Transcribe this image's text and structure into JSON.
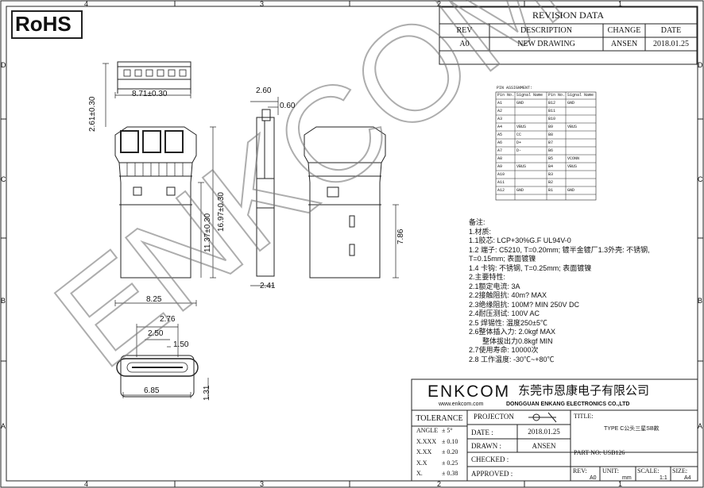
{
  "rohs": "RoHS",
  "zones": {
    "cols": [
      "4",
      "3",
      "2",
      "1"
    ],
    "rows": [
      "D",
      "C",
      "B",
      "A"
    ]
  },
  "revision": {
    "title": "REVISION DATA",
    "headers": [
      "REV",
      "DESCRIPTION",
      "CHANGE",
      "DATE"
    ],
    "row": [
      "A0",
      "NEW DRAWING",
      "ANSEN",
      "2018.01.25"
    ]
  },
  "pin_table": {
    "title": "PIN ASSIGNMENT:",
    "headers": [
      "Pin No.",
      "Signal Name",
      "Pin No.",
      "Signal Name"
    ],
    "rows": [
      [
        "A1",
        "GND",
        "B12",
        "GND"
      ],
      [
        "A2",
        "",
        "B11",
        ""
      ],
      [
        "A3",
        "",
        "B10",
        ""
      ],
      [
        "A4",
        "VBUS",
        "B9",
        "VBUS"
      ],
      [
        "A5",
        "CC",
        "B8",
        ""
      ],
      [
        "A6",
        "D+",
        "B7",
        ""
      ],
      [
        "A7",
        "D-",
        "B6",
        ""
      ],
      [
        "A8",
        "",
        "B5",
        "VCONN"
      ],
      [
        "A9",
        "VBUS",
        "B4",
        "VBUS"
      ],
      [
        "A10",
        "",
        "B3",
        ""
      ],
      [
        "A11",
        "",
        "B2",
        ""
      ],
      [
        "A12",
        "GND",
        "B1",
        "GND"
      ]
    ]
  },
  "dims": {
    "d871": "8.71±0.30",
    "d261": "2.61±0.30",
    "d260": "2.60",
    "d060": "0.60",
    "d1697": "16.97±0.30",
    "d1137": "11.37±0.30",
    "d825": "8.25",
    "d241": "2.41",
    "d786": "7.86",
    "d276": "2.76",
    "d250": "2.50",
    "d150": "1.50",
    "d685": "6.85",
    "d131": "1.31"
  },
  "notes": [
    "备注:",
    "1.材质:",
    "1.1胶芯: LCP+30%G.F UL94V-0",
    "1.2 端子: C5210, T=0.20mm; 镀半金镀厂1.3外壳: 不锈钢,",
    "T=0.15mm; 表面镀镍",
    "1.4 卡钩: 不锈钢, T=0.25mm; 表面镀镍",
    "2.主要特性:",
    "2.1额定电流: 3A",
    "2.2接触阻抗: 40m? MAX",
    "2.3绝缘阻抗: 100M? MIN 250V DC",
    "2.4耐压测试: 100V AC",
    "2.5 焊锡性: 温度250±5℃",
    "2.6整体插入力: 2.0kgf MAX",
    "整体拔出力0.8kgf MIN",
    "2.7使用寿命: 10000次",
    "2.8 工作温度: -30℃~+80℃"
  ],
  "title_block": {
    "logo": "ENKCOM",
    "url": "www.enkcom.com",
    "company_cn": "东莞市恩康电子有限公司",
    "company_en": "DONGGUAN ENKANG ELECTRONICS CO.,LTD",
    "tolerance": {
      "title": "TOLERANCE",
      "rows": [
        [
          "ANGLE",
          "± 5°"
        ],
        [
          "X.XXX",
          "± 0.10"
        ],
        [
          "X.XX",
          "± 0.20"
        ],
        [
          "X.X",
          "± 0.25"
        ],
        [
          "X.",
          "± 0.38"
        ]
      ]
    },
    "projection": "PROJECTON",
    "date_label": "DATE :",
    "date": "2018.01.25",
    "drawn_label": "DRAWN :",
    "drawn": "ANSEN",
    "checked_label": "CHECKED :",
    "approved_label": "APPROVED :",
    "title_label": "TITLE:",
    "title": "TYPE C公头三星SB款",
    "part_no": "PART NO: USB126",
    "rev_label": "REV:",
    "rev": "A0",
    "unit_label": "UNIT:",
    "unit": "mm",
    "scale_label": "SCALE:",
    "scale": "1:1",
    "size_label": "SIZE:",
    "size": "A4"
  }
}
